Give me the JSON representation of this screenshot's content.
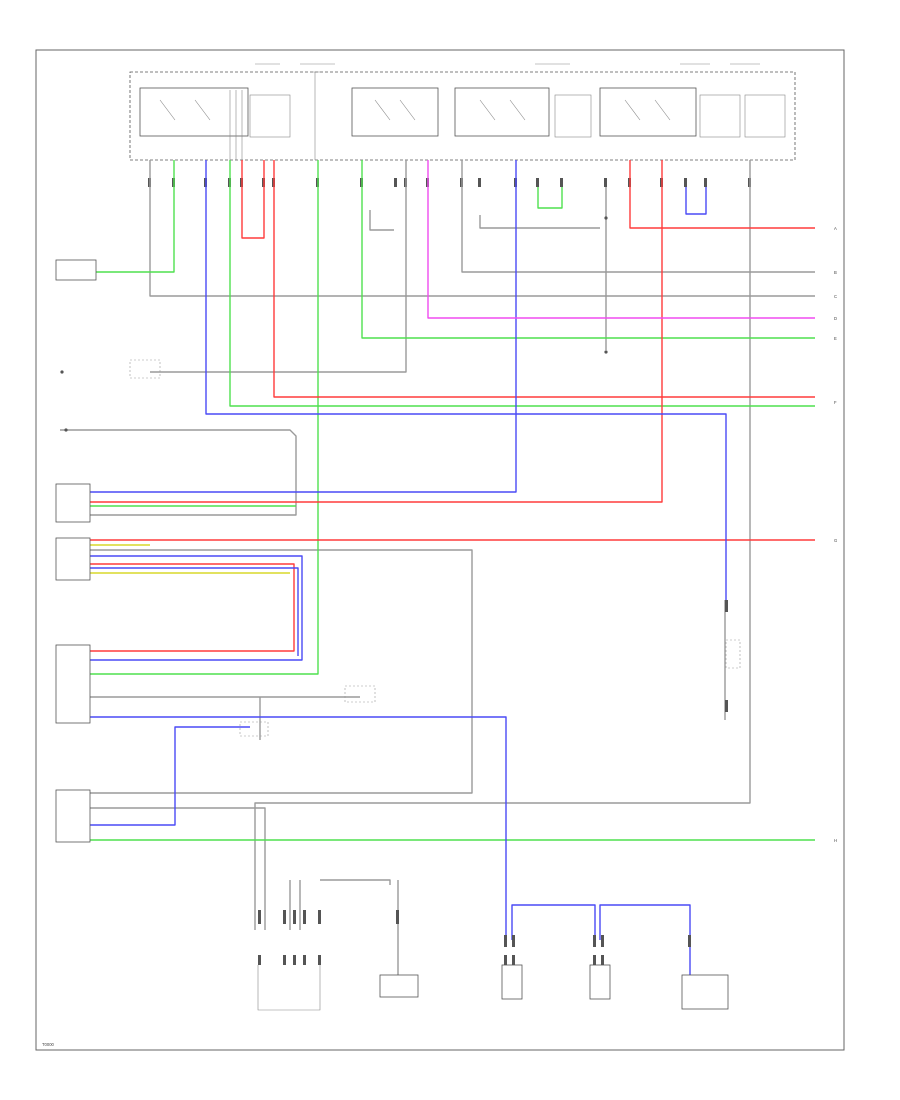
{
  "colors": {
    "red": "#ff3b3b",
    "green": "#4fe04f",
    "blue": "#4a4af5",
    "magenta": "#f04cf0",
    "gray": "#9a9a9a",
    "dark": "#555555",
    "yellow": "#d8d82a"
  },
  "diagram_code": "T0000",
  "page_arrows": [
    "A",
    "B",
    "C",
    "D",
    "E",
    "F",
    "G",
    "H"
  ]
}
